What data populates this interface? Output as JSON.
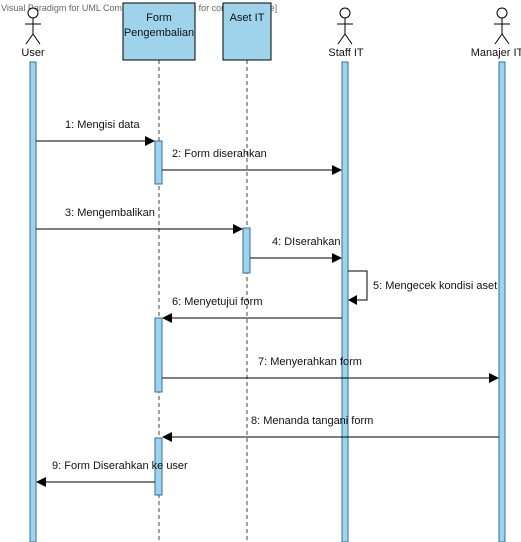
{
  "watermark": "Visual Paradigm for UML Community Edition [not for commercial use]",
  "colors": {
    "lifeline_fill": "#9fd3ec",
    "lifeline_stroke": "#2f6f9b",
    "box_fill": "#9fd3ec",
    "line": "#000000"
  },
  "participants": [
    {
      "id": "user",
      "kind": "actor",
      "name": "User"
    },
    {
      "id": "form",
      "kind": "object",
      "name_lines": [
        "Form",
        "Pengembalian"
      ]
    },
    {
      "id": "aset",
      "kind": "object",
      "name_lines": [
        "Aset IT"
      ]
    },
    {
      "id": "staff",
      "kind": "actor",
      "name": "Staff IT"
    },
    {
      "id": "manajer",
      "kind": "actor",
      "name": "Manajer IT"
    }
  ],
  "messages": [
    {
      "label": "1: Mengisi data",
      "from": "user",
      "to": "form"
    },
    {
      "label": "2: Form diserahkan",
      "from": "form",
      "to": "staff"
    },
    {
      "label": "3: Mengembalikan",
      "from": "user",
      "to": "aset"
    },
    {
      "label": "4: DIserahkan",
      "from": "aset",
      "to": "staff"
    },
    {
      "label": "5: Mengecek kondisi aset",
      "from": "staff",
      "to": "staff"
    },
    {
      "label": "6: Menyetujui form",
      "from": "staff",
      "to": "form"
    },
    {
      "label": "7: Menyerahkan form",
      "from": "form",
      "to": "manajer"
    },
    {
      "label": "8: Menanda tangani form",
      "from": "manajer",
      "to": "form"
    },
    {
      "label": "9: Form Diserahkan ke user",
      "from": "form",
      "to": "user"
    }
  ]
}
